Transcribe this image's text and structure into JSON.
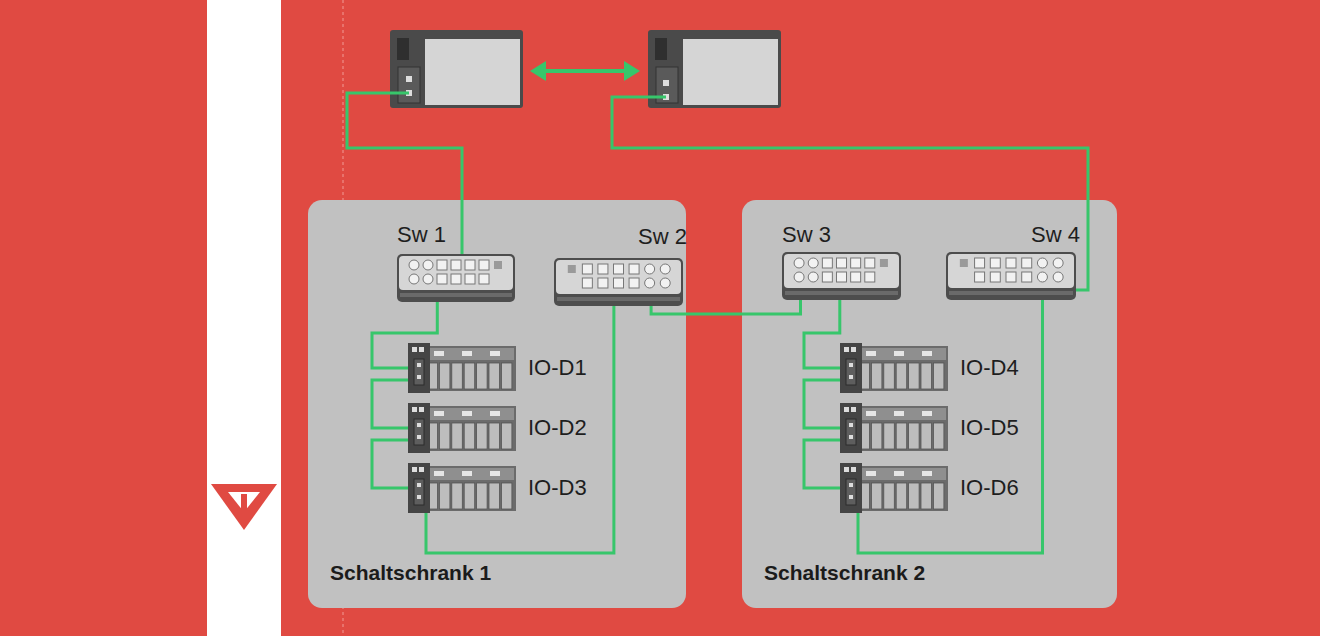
{
  "diagram": {
    "nodes": [
      {
        "text": [
          "Schaltschrank 1"
        ]
      },
      {
        "text": [
          "Sw 1"
        ],
        "in": 0
      },
      {
        "text": [
          "Sw 2"
        ],
        "in": 0
      },
      {
        "text": [
          "IO-D1"
        ],
        "in": 0
      },
      {
        "text": [
          "IO-D2"
        ],
        "in": 0
      },
      {
        "text": [
          "IO-D3"
        ],
        "in": 0
      },
      {
        "text": [
          "Schaltschrank 2"
        ]
      },
      {
        "text": [
          "Sw 3"
        ],
        "in": 6
      },
      {
        "text": [
          "Sw 4"
        ],
        "in": 6
      },
      {
        "text": [
          "IO-D4"
        ],
        "in": 6
      },
      {
        "text": [
          "IO-D5"
        ],
        "in": 6
      },
      {
        "text": [
          "IO-D6"
        ],
        "in": 6
      }
    ],
    "edges": [
      {
        "from": 1,
        "to": 3,
        "arrow": "none"
      },
      {
        "from": 3,
        "to": 4,
        "arrow": "none"
      },
      {
        "from": 4,
        "to": 5,
        "arrow": "none"
      },
      {
        "from": 5,
        "to": 2,
        "arrow": "none"
      },
      {
        "from": 2,
        "to": 7,
        "arrow": "none"
      },
      {
        "from": 7,
        "to": 9,
        "arrow": "none"
      },
      {
        "from": 9,
        "to": 10,
        "arrow": "none"
      },
      {
        "from": 10,
        "to": 11,
        "arrow": "none"
      },
      {
        "from": 11,
        "to": 8,
        "arrow": "none"
      }
    ]
  }
}
